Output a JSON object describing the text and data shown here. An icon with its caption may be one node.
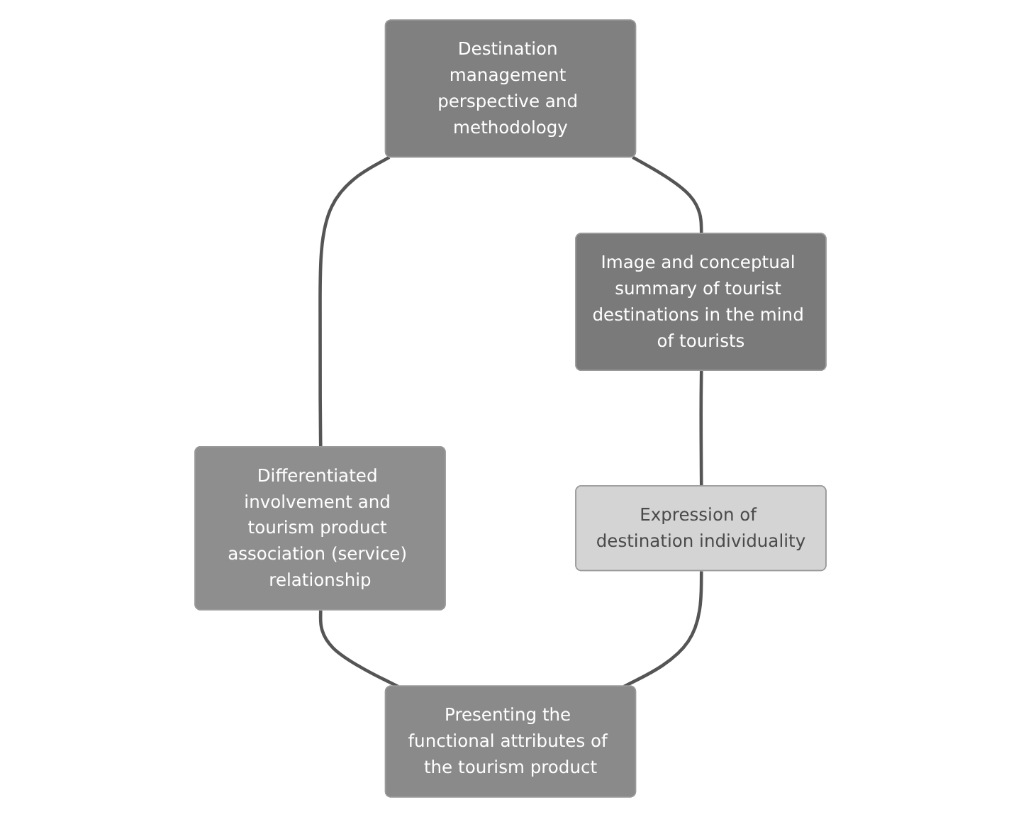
{
  "diagram": {
    "nodes": [
      {
        "text": [
          "Destination management perspective and methodology"
        ]
      },
      {
        "text": [
          "Image and conceptual summary of tourist destinations in the mind of tourists"
        ]
      },
      {
        "text": [
          "Differentiated involvement and tourism product association (service) relationship"
        ]
      },
      {
        "text": [
          "Expression of destination individuality"
        ]
      },
      {
        "text": [
          "Presenting the functional attributes of the tourism product"
        ]
      }
    ],
    "edges": [
      {
        "from": 0,
        "to": 2,
        "arrow": "none"
      },
      {
        "from": 0,
        "to": 1,
        "arrow": "none"
      },
      {
        "from": 1,
        "to": 3,
        "arrow": "none"
      },
      {
        "from": 2,
        "to": 4,
        "arrow": "none"
      },
      {
        "from": 3,
        "to": 4,
        "arrow": "none"
      }
    ]
  }
}
